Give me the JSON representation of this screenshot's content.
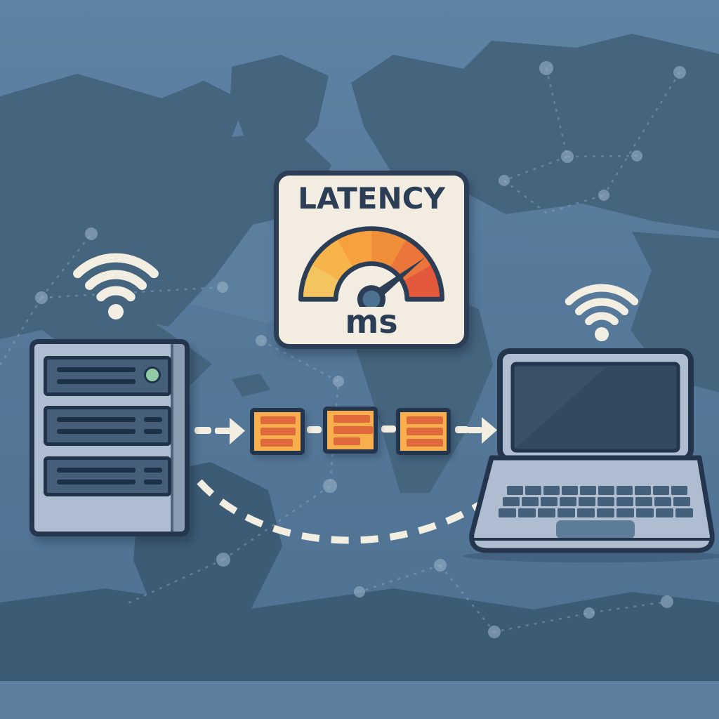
{
  "gauge_card": {
    "title": "LATENCY",
    "unit": "ms",
    "segment_colors": [
      "#f4c55e",
      "#f6b44a",
      "#f6a13e",
      "#f18e38",
      "#eb753a",
      "#e4593c"
    ],
    "needle_color": "#2b3e56",
    "hub_color": "#4d7190",
    "card_bg": "#f2ede0"
  },
  "server": {
    "rack_units": 3,
    "led_color": "#90cda6",
    "body_color": "#aebdcf",
    "panel_color": "#455f7a"
  },
  "packets": {
    "count": 3,
    "fill": "#f9ae4d",
    "bar_color": "#e0693c",
    "border_color": "#22354c"
  },
  "laptop": {
    "body_color": "#aebdcf",
    "screen_color": "#33495f",
    "key_color": "#45607b",
    "trackpad_color": "#5d7c98"
  },
  "wifi_icons": {
    "count": 2,
    "color": "#f2eee1"
  },
  "flow": {
    "arrow_color": "#f2eee1",
    "dashed_route": true
  },
  "background": {
    "ocean_color": "#567899",
    "land_color": "#45647e",
    "bottom_strip_color": "#5d80a0",
    "navy_outline": "#24364d"
  }
}
